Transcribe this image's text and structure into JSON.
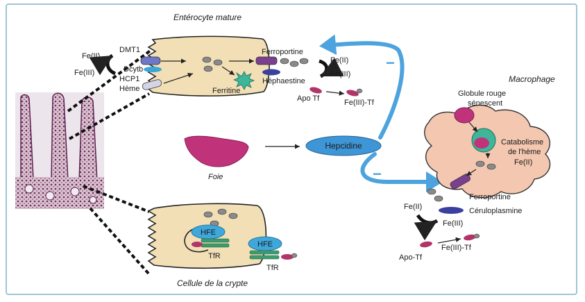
{
  "titles": {
    "enterocyte_mature": "Entérocyte mature",
    "crypt_cell": "Cellule de la crypte",
    "macrophage": "Macrophage",
    "liver": "Foie"
  },
  "enterocyte": {
    "fe2": "Fe(II)",
    "fe3": "Fe(III)",
    "dmt1": "DMT1",
    "dcytb": "Dcytb",
    "hcp1": "HCP1",
    "heme": "Hème",
    "ferritine": "Ferritine",
    "ferroportine": "Ferroportine",
    "hephaestine": "Héphaestine",
    "fe2_out": "Fe(II)",
    "fe3_out": "Fe(III)",
    "apo_tf": "Apo Tf",
    "fe3_tf": "Fe(III)-Tf"
  },
  "hepcidine": "Hepcidine",
  "inhibition_sign": "−",
  "macrophage": {
    "globule_line1": "Globule rouge",
    "globule_line2": "sénescent",
    "catabolisme_line1": "Catabolisme",
    "catabolisme_line2": "de l'hème",
    "fe2_inside": "Fe(II)",
    "ferroportine": "Ferroportine",
    "ceruloplasmine": "Céruloplasmine",
    "fe2": "Fe(II)",
    "fe3": "Fe(III)",
    "apo_tf": "Apo-Tf",
    "fe3_tf": "Fe(III)-Tf"
  },
  "crypt": {
    "hfe_inner": "HFE",
    "tfr_inner": "TfR",
    "hfe_outer": "HFE",
    "tfr_outer": "TfR"
  },
  "colors": {
    "frame": "#7fb3c8",
    "cell_fill": "#f2dfb6",
    "cell_stroke": "#222222",
    "blue_arrow": "#4da3dd",
    "liver": "#c0337a",
    "hepcidine_fill": "#3f96d6",
    "hfe": "#3fa7d9",
    "tfr": "#3e9b6d",
    "macrophage_fill": "#f3c7b0",
    "ferroportin": "#7a3f8f",
    "transferrin": "#b2356a",
    "grey_iron": "#8a8a8a"
  }
}
